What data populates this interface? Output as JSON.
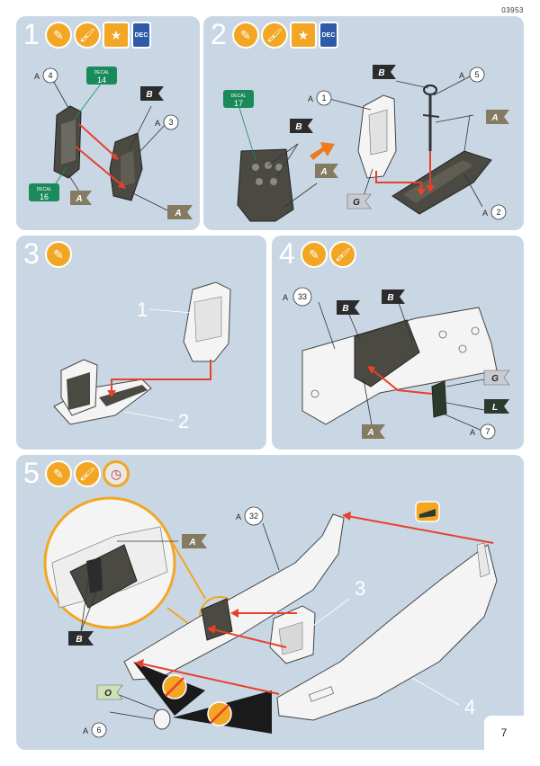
{
  "document_code": "03953",
  "page_number": "7",
  "steps": [
    {
      "number": "1",
      "icons": [
        "glue-icon",
        "paint-brush-icon",
        "decal-sheet-icon",
        "decal-softener-icon"
      ],
      "callouts": {
        "part_a4": "4",
        "part_a3": "3",
        "decal_14": "14",
        "decal_16": "16",
        "prefix": "A",
        "decal_label": "DECAL"
      },
      "colors": {
        "b": "B",
        "a1": "A",
        "a2": "A"
      }
    },
    {
      "number": "2",
      "icons": [
        "glue-icon",
        "paint-brush-icon",
        "decal-sheet-icon",
        "decal-softener-icon"
      ],
      "callouts": {
        "part_a1": "1",
        "part_a5": "5",
        "part_a2": "2",
        "decal_17": "17",
        "prefix": "A",
        "decal_label": "DECAL"
      },
      "colors": {
        "b_top": "B",
        "b_mid": "B",
        "a_right": "A",
        "a_mid": "A",
        "g": "G"
      }
    },
    {
      "number": "3",
      "icons": [
        "glue-icon"
      ],
      "callouts": {
        "part_1": "1",
        "part_2": "2"
      }
    },
    {
      "number": "4",
      "icons": [
        "glue-icon",
        "paint-brush-icon"
      ],
      "callouts": {
        "part_a33": "33",
        "part_a7": "7",
        "prefix": "A"
      },
      "colors": {
        "b1": "B",
        "b2": "B",
        "g": "G",
        "l": "L",
        "a": "A"
      }
    },
    {
      "number": "5",
      "icons": [
        "glue-icon",
        "paint-brush-icon",
        "drying-time-icon"
      ],
      "callouts": {
        "part_a32": "32",
        "part_3": "3",
        "part_4": "4",
        "part_a6": "6",
        "prefix": "A"
      },
      "colors": {
        "a_zoom": "A",
        "b_zoom": "B",
        "o": "O"
      }
    }
  ],
  "colors": {
    "panel_bg": "#c9d7e5",
    "arrow_red": "#e8402a",
    "icon_orange": "#f2a623",
    "decal_green": "#1a8a5a",
    "flag_dark": "#2c2c2c",
    "flag_khaki": "#857a62"
  }
}
